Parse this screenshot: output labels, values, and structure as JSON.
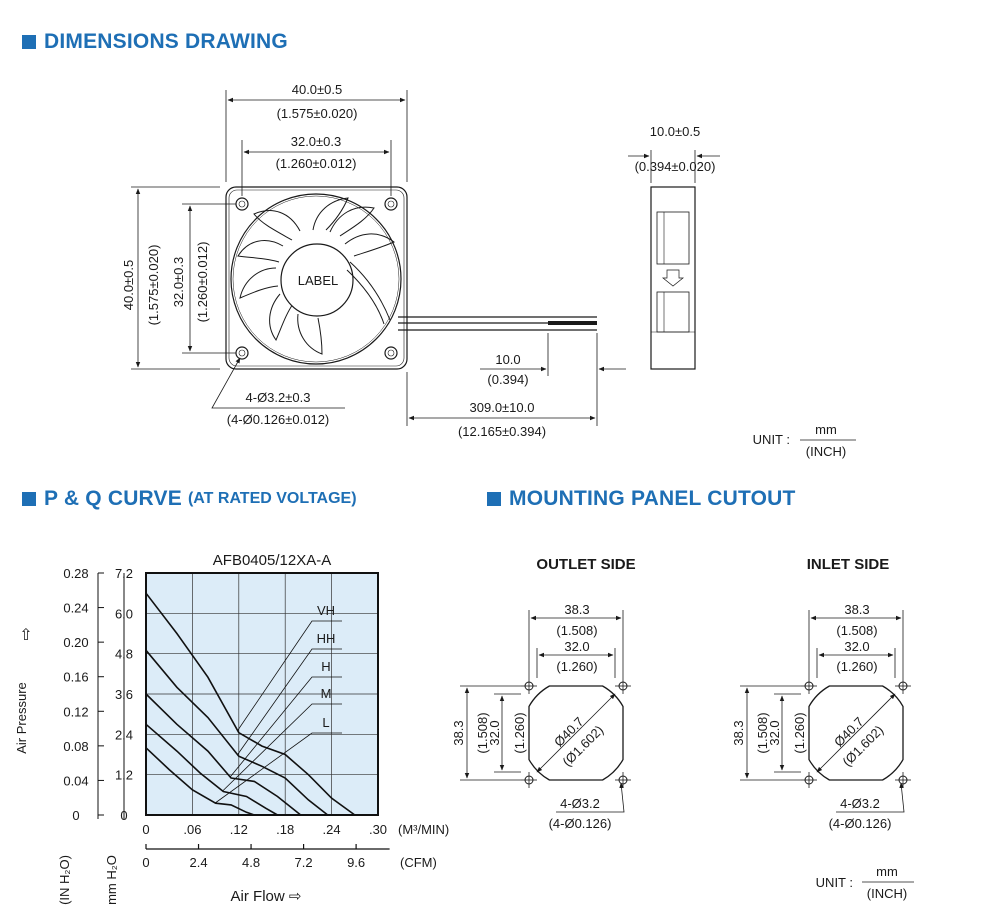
{
  "headings": {
    "dimensions": "DIMENSIONS DRAWING",
    "pq_main": "P & Q CURVE",
    "pq_sub": "(AT RATED VOLTAGE)",
    "mounting": "MOUNTING PANEL CUTOUT"
  },
  "dimensions": {
    "width_outer": "40.0±0.5",
    "width_outer_in": "(1.575±0.020)",
    "width_inner": "32.0±0.3",
    "width_inner_in": "(1.260±0.012)",
    "height_outer": "40.0±0.5",
    "height_outer_in": "(1.575±0.020)",
    "height_inner": "32.0±0.3",
    "height_inner_in": "(1.260±0.012)",
    "label": "LABEL",
    "holes": "4-Ø3.2±0.3",
    "holes_in": "(4-Ø0.126±0.012)",
    "depth": "10.0±0.5",
    "depth_in": "(0.394±0.020)",
    "strip": "10.0",
    "strip_in": "(0.394)",
    "lead": "309.0±10.0",
    "lead_in": "(12.165±0.394)",
    "unit_label": "UNIT :",
    "unit_mm": "mm",
    "unit_inch": "(INCH)"
  },
  "mounting": {
    "outlet_title": "OUTLET SIDE",
    "inlet_title": "INLET SIDE",
    "outer": "38.3",
    "outer_in": "(1.508)",
    "inner": "32.0",
    "inner_in": "(1.260)",
    "dia": "Ø40.7",
    "dia_in": "(Ø1.602)",
    "holes": "4-Ø3.2",
    "holes_in": "(4-Ø0.126)",
    "unit_label": "UNIT :",
    "unit_mm": "mm",
    "unit_inch": "(INCH)"
  },
  "chart_data": {
    "type": "line",
    "title": "AFB0405/12XA-A",
    "xlabel": "Air Flow ⇨",
    "ylabel": "Air Pressure",
    "ylabel_arrow": "⇧",
    "x_unit": "(M³/MIN)",
    "x2_unit": "(CFM)",
    "y_unit": "(IN H₂O)",
    "y2_unit": "mm H₂O",
    "xlim": [
      0,
      0.3
    ],
    "ylim": [
      0,
      7.2
    ],
    "x_ticks": [
      "0",
      ".06",
      ".12",
      ".18",
      ".24",
      ".30"
    ],
    "x2_ticks": [
      "0",
      "2.4",
      "4.8",
      "7.2",
      "9.6"
    ],
    "y_ticks_mm": [
      "0",
      "1.2",
      "2.4",
      "3.6",
      "4.8",
      "6.0",
      "7.2"
    ],
    "y_ticks_in": [
      "0",
      "0.04",
      "0.08",
      "0.12",
      "0.16",
      "0.20",
      "0.24",
      "0.28"
    ],
    "grid": true,
    "series": [
      {
        "name": "VH",
        "points": [
          [
            0,
            6.6
          ],
          [
            0.04,
            5.4
          ],
          [
            0.08,
            4.1
          ],
          [
            0.12,
            2.45
          ],
          [
            0.15,
            2.05
          ],
          [
            0.18,
            1.8
          ],
          [
            0.21,
            1.2
          ],
          [
            0.24,
            0.5
          ],
          [
            0.27,
            0
          ]
        ]
      },
      {
        "name": "HH",
        "points": [
          [
            0,
            4.9
          ],
          [
            0.04,
            3.8
          ],
          [
            0.08,
            2.9
          ],
          [
            0.12,
            1.75
          ],
          [
            0.15,
            1.45
          ],
          [
            0.18,
            1.1
          ],
          [
            0.21,
            0.45
          ],
          [
            0.235,
            0
          ]
        ]
      },
      {
        "name": "H",
        "points": [
          [
            0,
            3.6
          ],
          [
            0.04,
            2.7
          ],
          [
            0.08,
            1.9
          ],
          [
            0.11,
            1.1
          ],
          [
            0.14,
            1.0
          ],
          [
            0.17,
            0.55
          ],
          [
            0.2,
            0
          ]
        ]
      },
      {
        "name": "M",
        "points": [
          [
            0,
            2.7
          ],
          [
            0.04,
            1.9
          ],
          [
            0.07,
            1.25
          ],
          [
            0.1,
            0.7
          ],
          [
            0.13,
            0.55
          ],
          [
            0.155,
            0.2
          ],
          [
            0.17,
            0
          ]
        ]
      },
      {
        "name": "L",
        "points": [
          [
            0,
            2.0
          ],
          [
            0.03,
            1.35
          ],
          [
            0.06,
            0.75
          ],
          [
            0.09,
            0.35
          ],
          [
            0.11,
            0.3
          ],
          [
            0.13,
            0.08
          ],
          [
            0.14,
            0
          ]
        ]
      }
    ]
  }
}
